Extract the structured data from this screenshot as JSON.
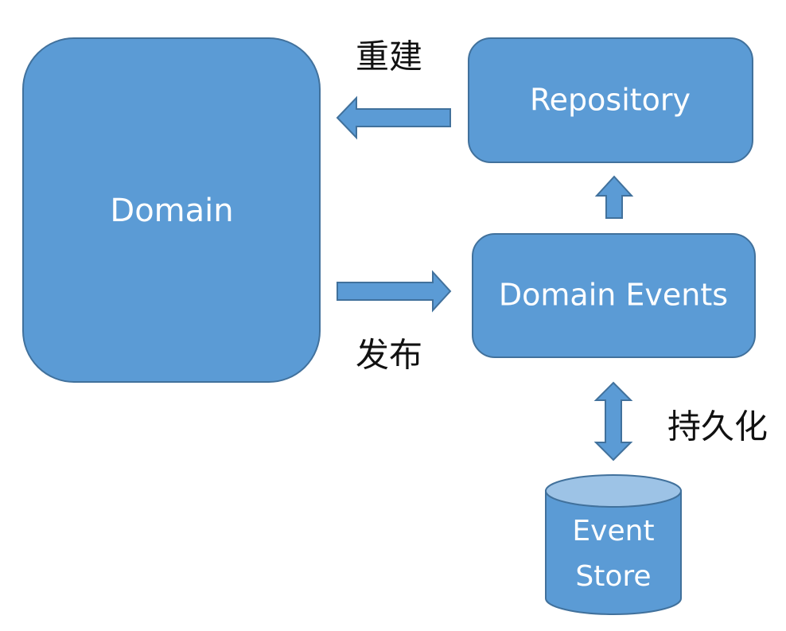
{
  "colors": {
    "box_fill": "#5B9BD5",
    "box_stroke": "#41719C",
    "cylinder_top_fill": "#9DC3E6",
    "label_text": "#FFFFFF",
    "edge_label_text": "#111111"
  },
  "nodes": {
    "domain": {
      "label": "Domain"
    },
    "repository": {
      "label": "Repository"
    },
    "domain_events": {
      "label": "Domain Events"
    },
    "event_store": {
      "label_line1": "Event",
      "label_line2": "Store"
    }
  },
  "edges": {
    "rebuild": {
      "label": "重建",
      "from": "repository",
      "to": "domain"
    },
    "publish": {
      "label": "发布",
      "from": "domain",
      "to": "domain_events"
    },
    "to_repository": {
      "from": "domain_events",
      "to": "repository"
    },
    "persist": {
      "label": "持久化",
      "between": [
        "domain_events",
        "event_store"
      ]
    }
  }
}
